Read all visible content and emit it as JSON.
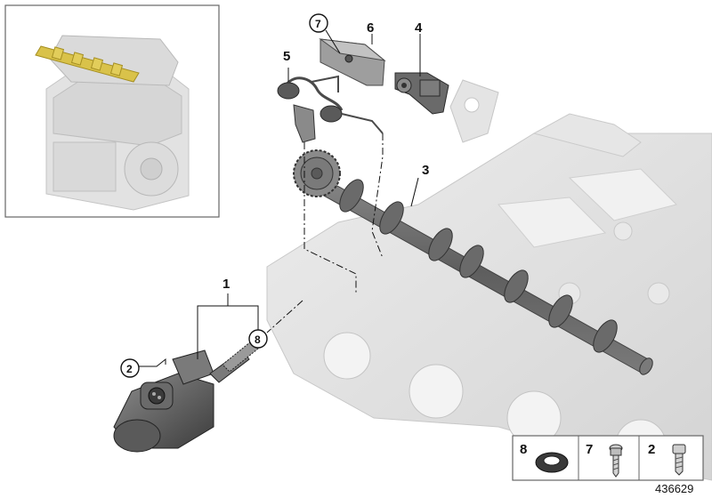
{
  "diagram": {
    "callouts": {
      "c1": "1",
      "c2": "2",
      "c3": "3",
      "c4": "4",
      "c5": "5",
      "c6": "6",
      "c7": "7",
      "c8": "8"
    },
    "legend": {
      "items": [
        {
          "number": "8",
          "part": "shaft-seal-ring"
        },
        {
          "number": "7",
          "part": "torx-screw"
        },
        {
          "number": "2",
          "part": "hex-socket-screw"
        }
      ]
    },
    "reference_number": "436629",
    "colors": {
      "part_dark": "#6e6e6e",
      "part_mid": "#9a9a9a",
      "head_light": "#e4e4e4",
      "highlight_gold": "#d9c24a",
      "frame": "#666666"
    }
  }
}
